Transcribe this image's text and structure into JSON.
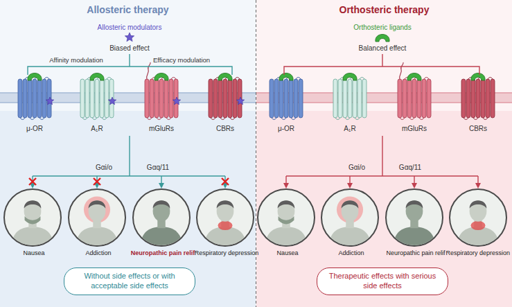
{
  "diagram": {
    "nodes": [
      {
        "text": [
          "Allosteric therapy"
        ]
      },
      {
        "text": [
          "Nausea"
        ],
        "in": 0
      },
      {
        "text": [
          "Addiction"
        ],
        "in": 0
      },
      {
        "text": [
          "Neuropathic pain relif"
        ],
        "in": 0
      },
      {
        "text": [
          "Respiratory depression"
        ],
        "in": 0
      },
      {
        "text": [
          "Without side effects or with acceptable side effects"
        ],
        "in": 0
      },
      {
        "text": [
          "Orthosteric therapy"
        ]
      },
      {
        "text": [
          "Nausea"
        ],
        "in": 6
      },
      {
        "text": [
          "Addiction"
        ],
        "in": 6
      },
      {
        "text": [
          "Neuropathic pain relif"
        ],
        "in": 6
      },
      {
        "text": [
          "Respiratory depression"
        ],
        "in": 6
      },
      {
        "text": [
          "Therapeutic effects with serious side effects"
        ],
        "in": 6
      }
    ],
    "labels": [
      "Allosteric modulators",
      "Biased effect",
      "Affinity modulation",
      "Efficacy modulation",
      "μ-OR",
      "A₁R",
      "mGluRs",
      "CBRs",
      "Gαi/o",
      "Gαq/11",
      "Orthosteric ligands",
      "Balanced effect",
      "μ-OR",
      "A₁R",
      "mGluRs",
      "CBRs",
      "Gαi/o",
      "Gαq/11"
    ]
  }
}
